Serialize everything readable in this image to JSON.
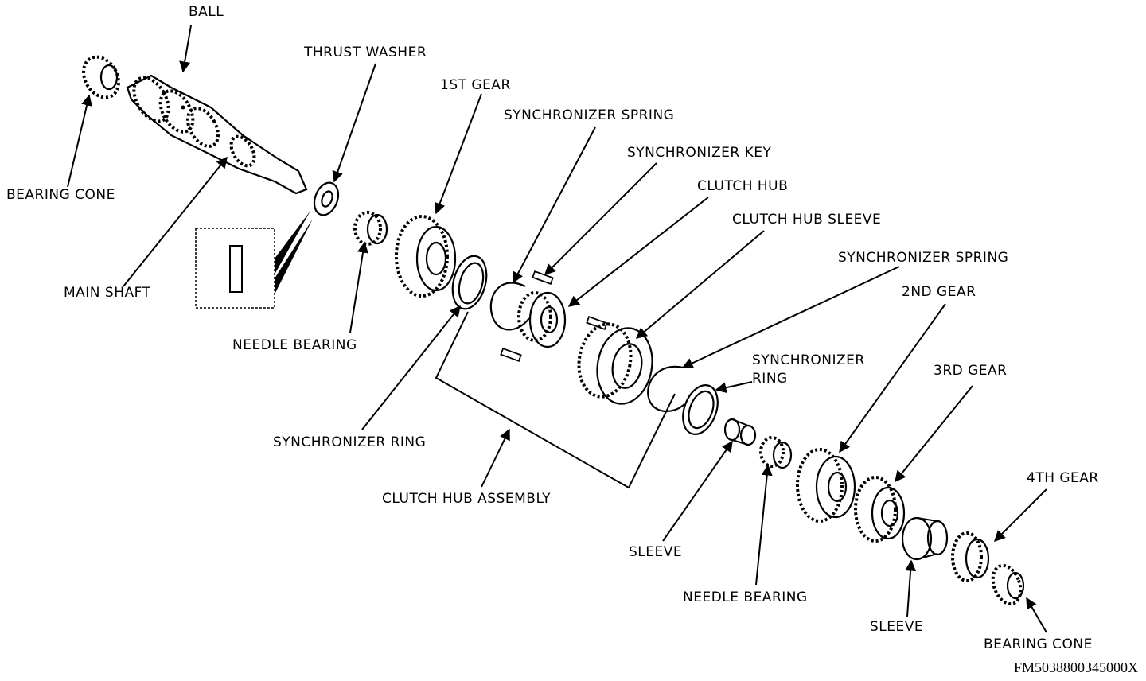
{
  "diagram": {
    "labels": {
      "ball": "BALL",
      "thrust_washer": "THRUST WASHER",
      "first_gear": "1ST GEAR",
      "sync_spring_1": "SYNCHRONIZER SPRING",
      "sync_key": "SYNCHRONIZER KEY",
      "clutch_hub": "CLUTCH HUB",
      "clutch_hub_sleeve": "CLUTCH HUB SLEEVE",
      "sync_spring_2": "SYNCHRONIZER SPRING",
      "second_gear": "2ND GEAR",
      "sync_ring_right_1": "SYNCHRONIZER",
      "sync_ring_right_2": "RING",
      "third_gear": "3RD GEAR",
      "fourth_gear": "4TH GEAR",
      "bearing_cone_left": "BEARING CONE",
      "main_shaft": "MAIN SHAFT",
      "needle_bearing_1": "NEEDLE BEARING",
      "sync_ring_left": "SYNCHRONIZER RING",
      "clutch_hub_assembly": "CLUTCH HUB ASSEMBLY",
      "sleeve_1": "SLEEVE",
      "needle_bearing_2": "NEEDLE BEARING",
      "sleeve_2": "SLEEVE",
      "bearing_cone_right": "BEARING CONE"
    },
    "figure_id": "FM5038800345000X"
  }
}
